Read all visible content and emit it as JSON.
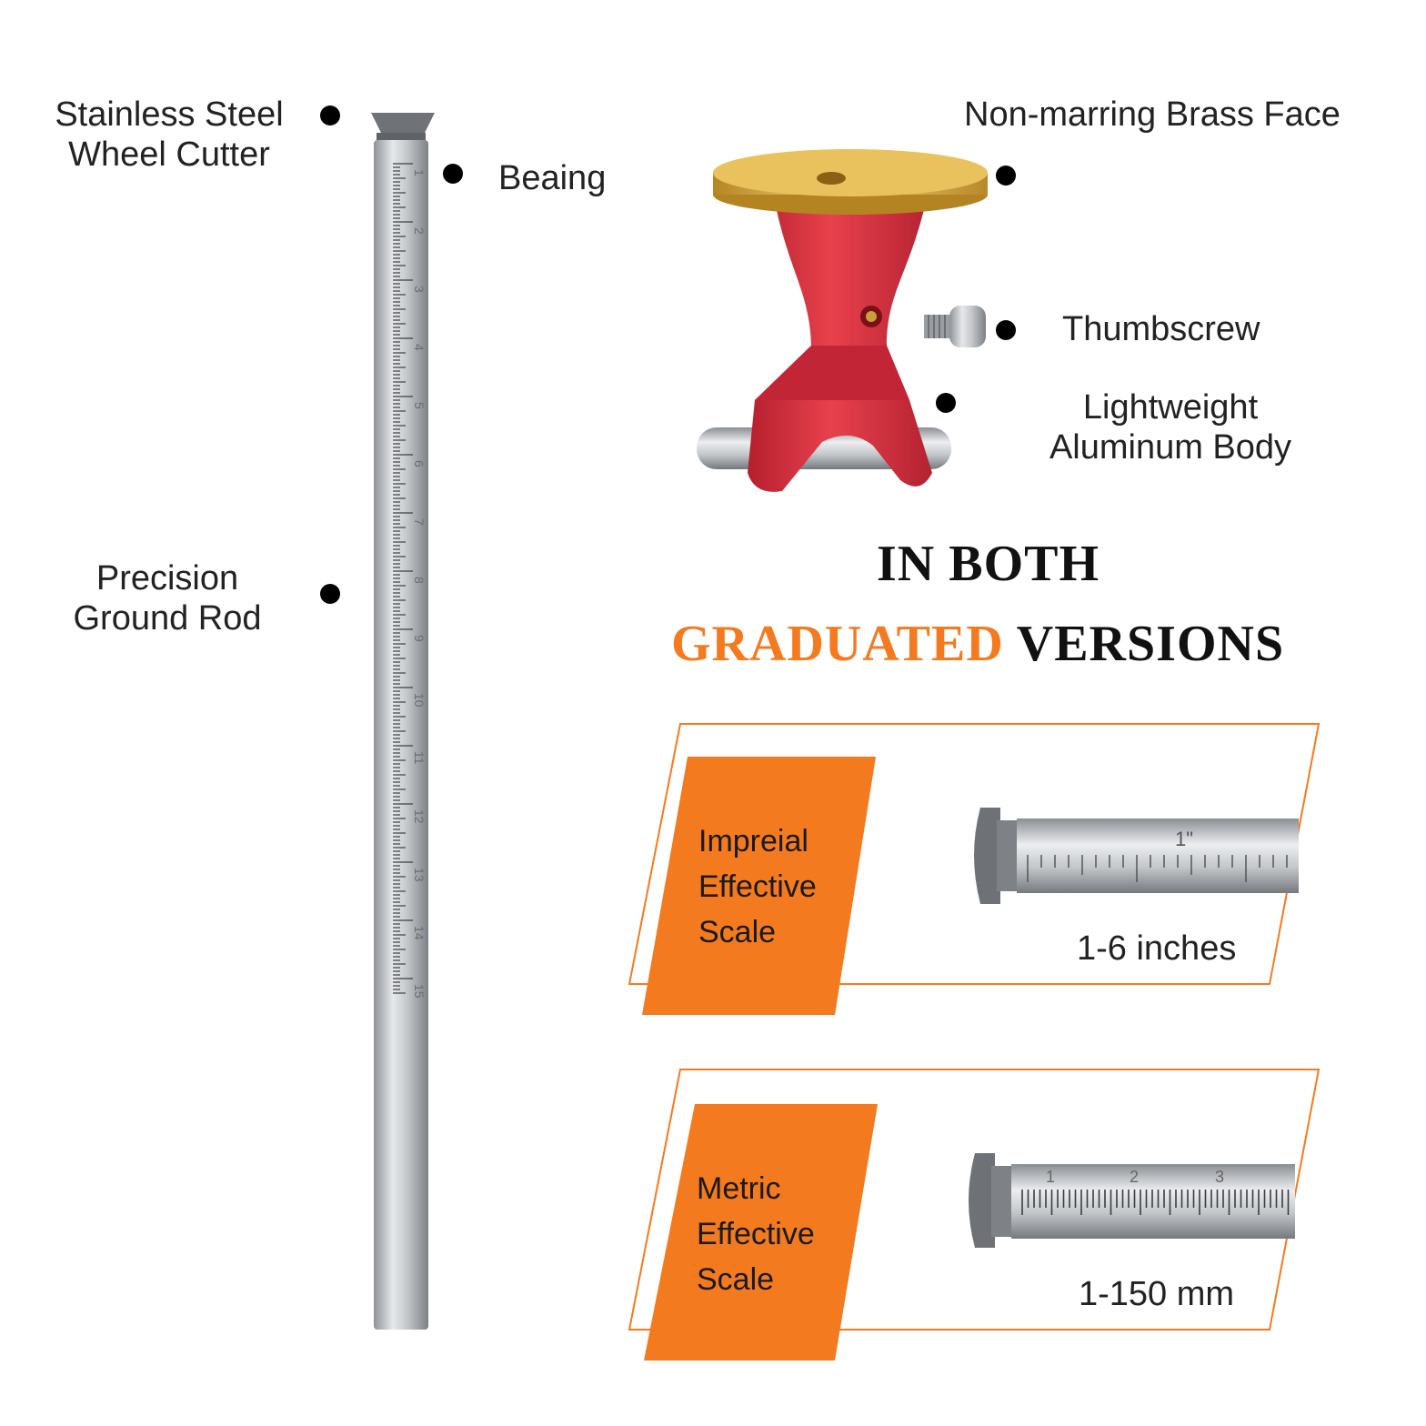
{
  "labels": {
    "wheel_cutter": [
      "Stainless Steel",
      "Wheel Cutter"
    ],
    "bearing": "Beaing",
    "rod": [
      "Precision",
      "Ground Rod"
    ],
    "brass_face": "Non-marring Brass Face",
    "thumbscrew": "Thumbscrew",
    "body": [
      "Lightweight",
      "Aluminum Body"
    ]
  },
  "headline": {
    "line1": "IN BOTH",
    "highlight": "GRADUATED",
    "rest": "VERSIONS"
  },
  "panels": [
    {
      "name": [
        "Impreial",
        "Effective",
        "Scale"
      ],
      "range": "1-6 inches",
      "scale_label": "1\""
    },
    {
      "name": [
        "Metric",
        "Effective",
        "Scale"
      ],
      "range": "1-150 mm",
      "scale_labels": [
        "1",
        "2",
        "3"
      ]
    }
  ],
  "rod_scale_numbers": [
    "1",
    "2",
    "3",
    "4",
    "5",
    "6",
    "7",
    "8",
    "9",
    "10",
    "11",
    "12",
    "13",
    "14",
    "15"
  ],
  "colors": {
    "accent": "#f47a1f",
    "brass": "#d9a93a",
    "body_red": "#d8313e",
    "steel": "#b9bcc0"
  }
}
